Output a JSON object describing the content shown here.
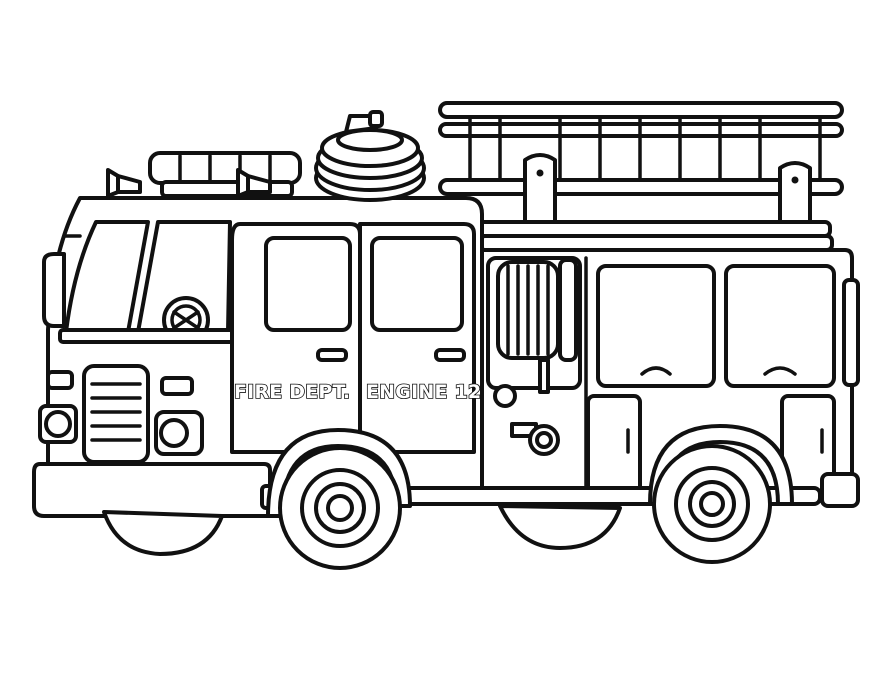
{
  "illustration": {
    "subject": "fire-truck",
    "style": "black-outline coloring page",
    "line_color": "#111111",
    "background_color": "#ffffff"
  },
  "labels": {
    "fire_dept": "FIRE DEPT.",
    "engine": "ENGINE 12"
  }
}
